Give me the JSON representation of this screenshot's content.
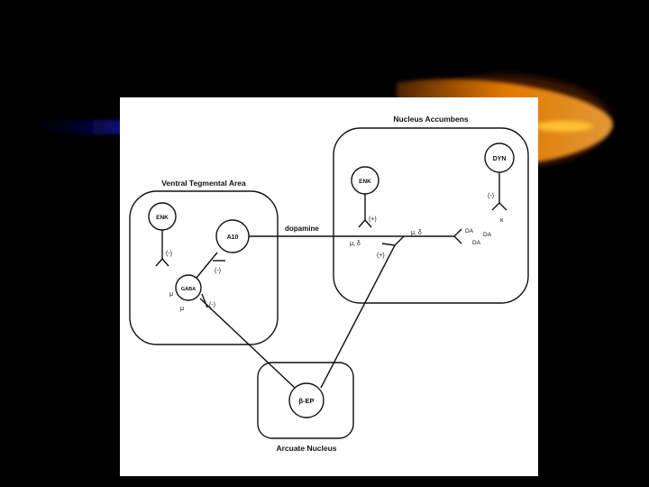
{
  "colors": {
    "background": "#000000",
    "swoosh_blue": "#0b0b70",
    "swoosh_orange": "#ff8a00",
    "swoosh_yellow": "#ffc030",
    "panel": "#ffffff",
    "ink": "#111111"
  },
  "regions": {
    "nucleus_accumbens": "Nucleus Accumbens",
    "ventral_tegmental_area": "Ventral Tegmental Area",
    "arcuate_nucleus": "Arcuate Nucleus"
  },
  "cells": {
    "enk_accumbens": "ENK",
    "dyn": "DYN",
    "enk_vta": "ENK",
    "a10": "A10",
    "gaba": "GABA",
    "b_ep": "β-EP"
  },
  "labels": {
    "dopamine": "dopamine",
    "plus_enk": "(+)",
    "mu_delta_left": "μ, δ",
    "mu_delta_right": "μ, δ",
    "plus_bep": "(+)",
    "da_1": "DA",
    "da_2": "DA",
    "da_3": "DA",
    "minus_dyn": "(-)",
    "kappa": "κ",
    "minus_enk_vta": "(-)",
    "minus_a10": "(-)",
    "mu_gaba": "μ",
    "minus_gaba": "(-)",
    "mu_bep": "μ"
  }
}
